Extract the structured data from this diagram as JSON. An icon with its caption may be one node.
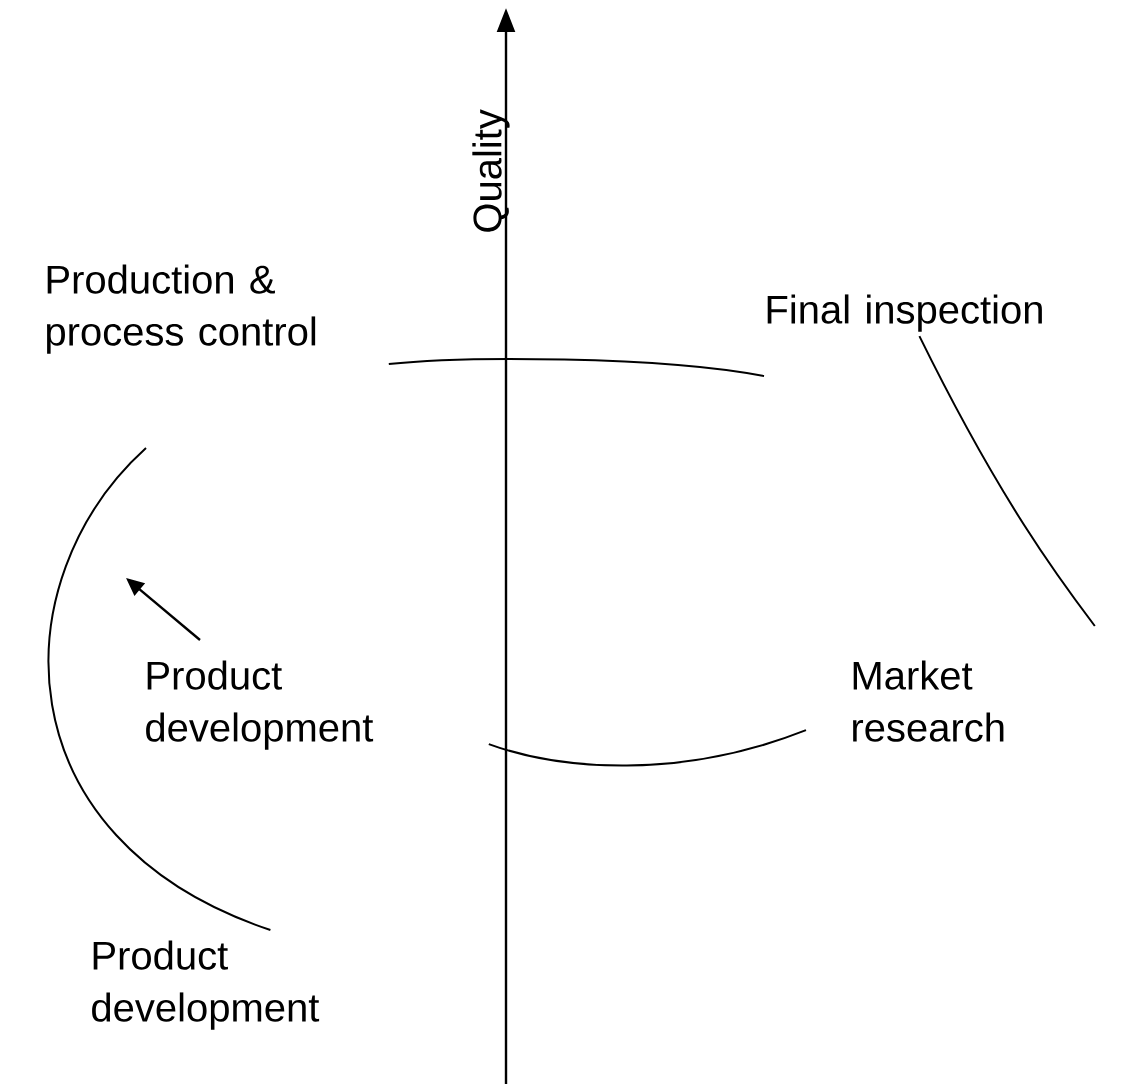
{
  "diagram": {
    "nodes": [
      {
        "text": [
          "Production & process control"
        ]
      },
      {
        "text": [
          "Final inspection"
        ]
      },
      {
        "text": [
          "Market research"
        ]
      },
      {
        "text": [
          "Product development"
        ]
      },
      {
        "text": [
          "Product development"
        ]
      }
    ],
    "edges": [
      {
        "from": 0,
        "to": 1,
        "arrow": "none"
      },
      {
        "from": 1,
        "to": 2,
        "arrow": "none"
      },
      {
        "from": 2,
        "to": 3,
        "arrow": "none"
      },
      {
        "from": 4,
        "to": 0,
        "arrow": "none"
      }
    ],
    "labels": [
      "Quality"
    ]
  }
}
